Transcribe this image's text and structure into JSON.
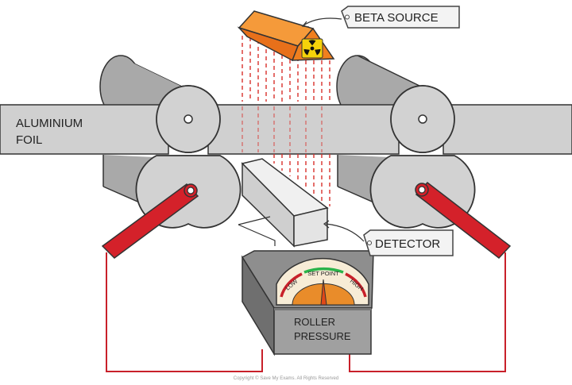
{
  "labels": {
    "beta_source": "BETA SOURCE",
    "foil_line1": "ALUMINIUM",
    "foil_line2": "FOIL",
    "detector": "DETECTOR",
    "gauge_low": "LOW",
    "gauge_set_point": "SET POINT",
    "gauge_high": "HIGH",
    "gauge_title_line1": "ROLLER",
    "gauge_title_line2": "PRESSURE",
    "copyright": "Copyright © Save My Exams. All Rights Reserved"
  },
  "icons": {
    "radiation": "radiation-trefoil-icon"
  },
  "colors": {
    "roller": "#a9a9a9",
    "roller_face": "#d2d2d2",
    "foil": "#d0d0d0",
    "source": "#f07f1e",
    "radiation_badge": "#f5d20a",
    "beta_rays": "#d9302c",
    "lever": "#d4212a",
    "wire": "#c8202a",
    "detector": "#e0e0e0",
    "gauge_body": "#9c9c9c",
    "gauge_dial": "#f7ecd6",
    "needle": "#e04818",
    "scale_low": "#c8202a",
    "scale_mid": "#2bb34a",
    "scale_high": "#c8202a"
  }
}
